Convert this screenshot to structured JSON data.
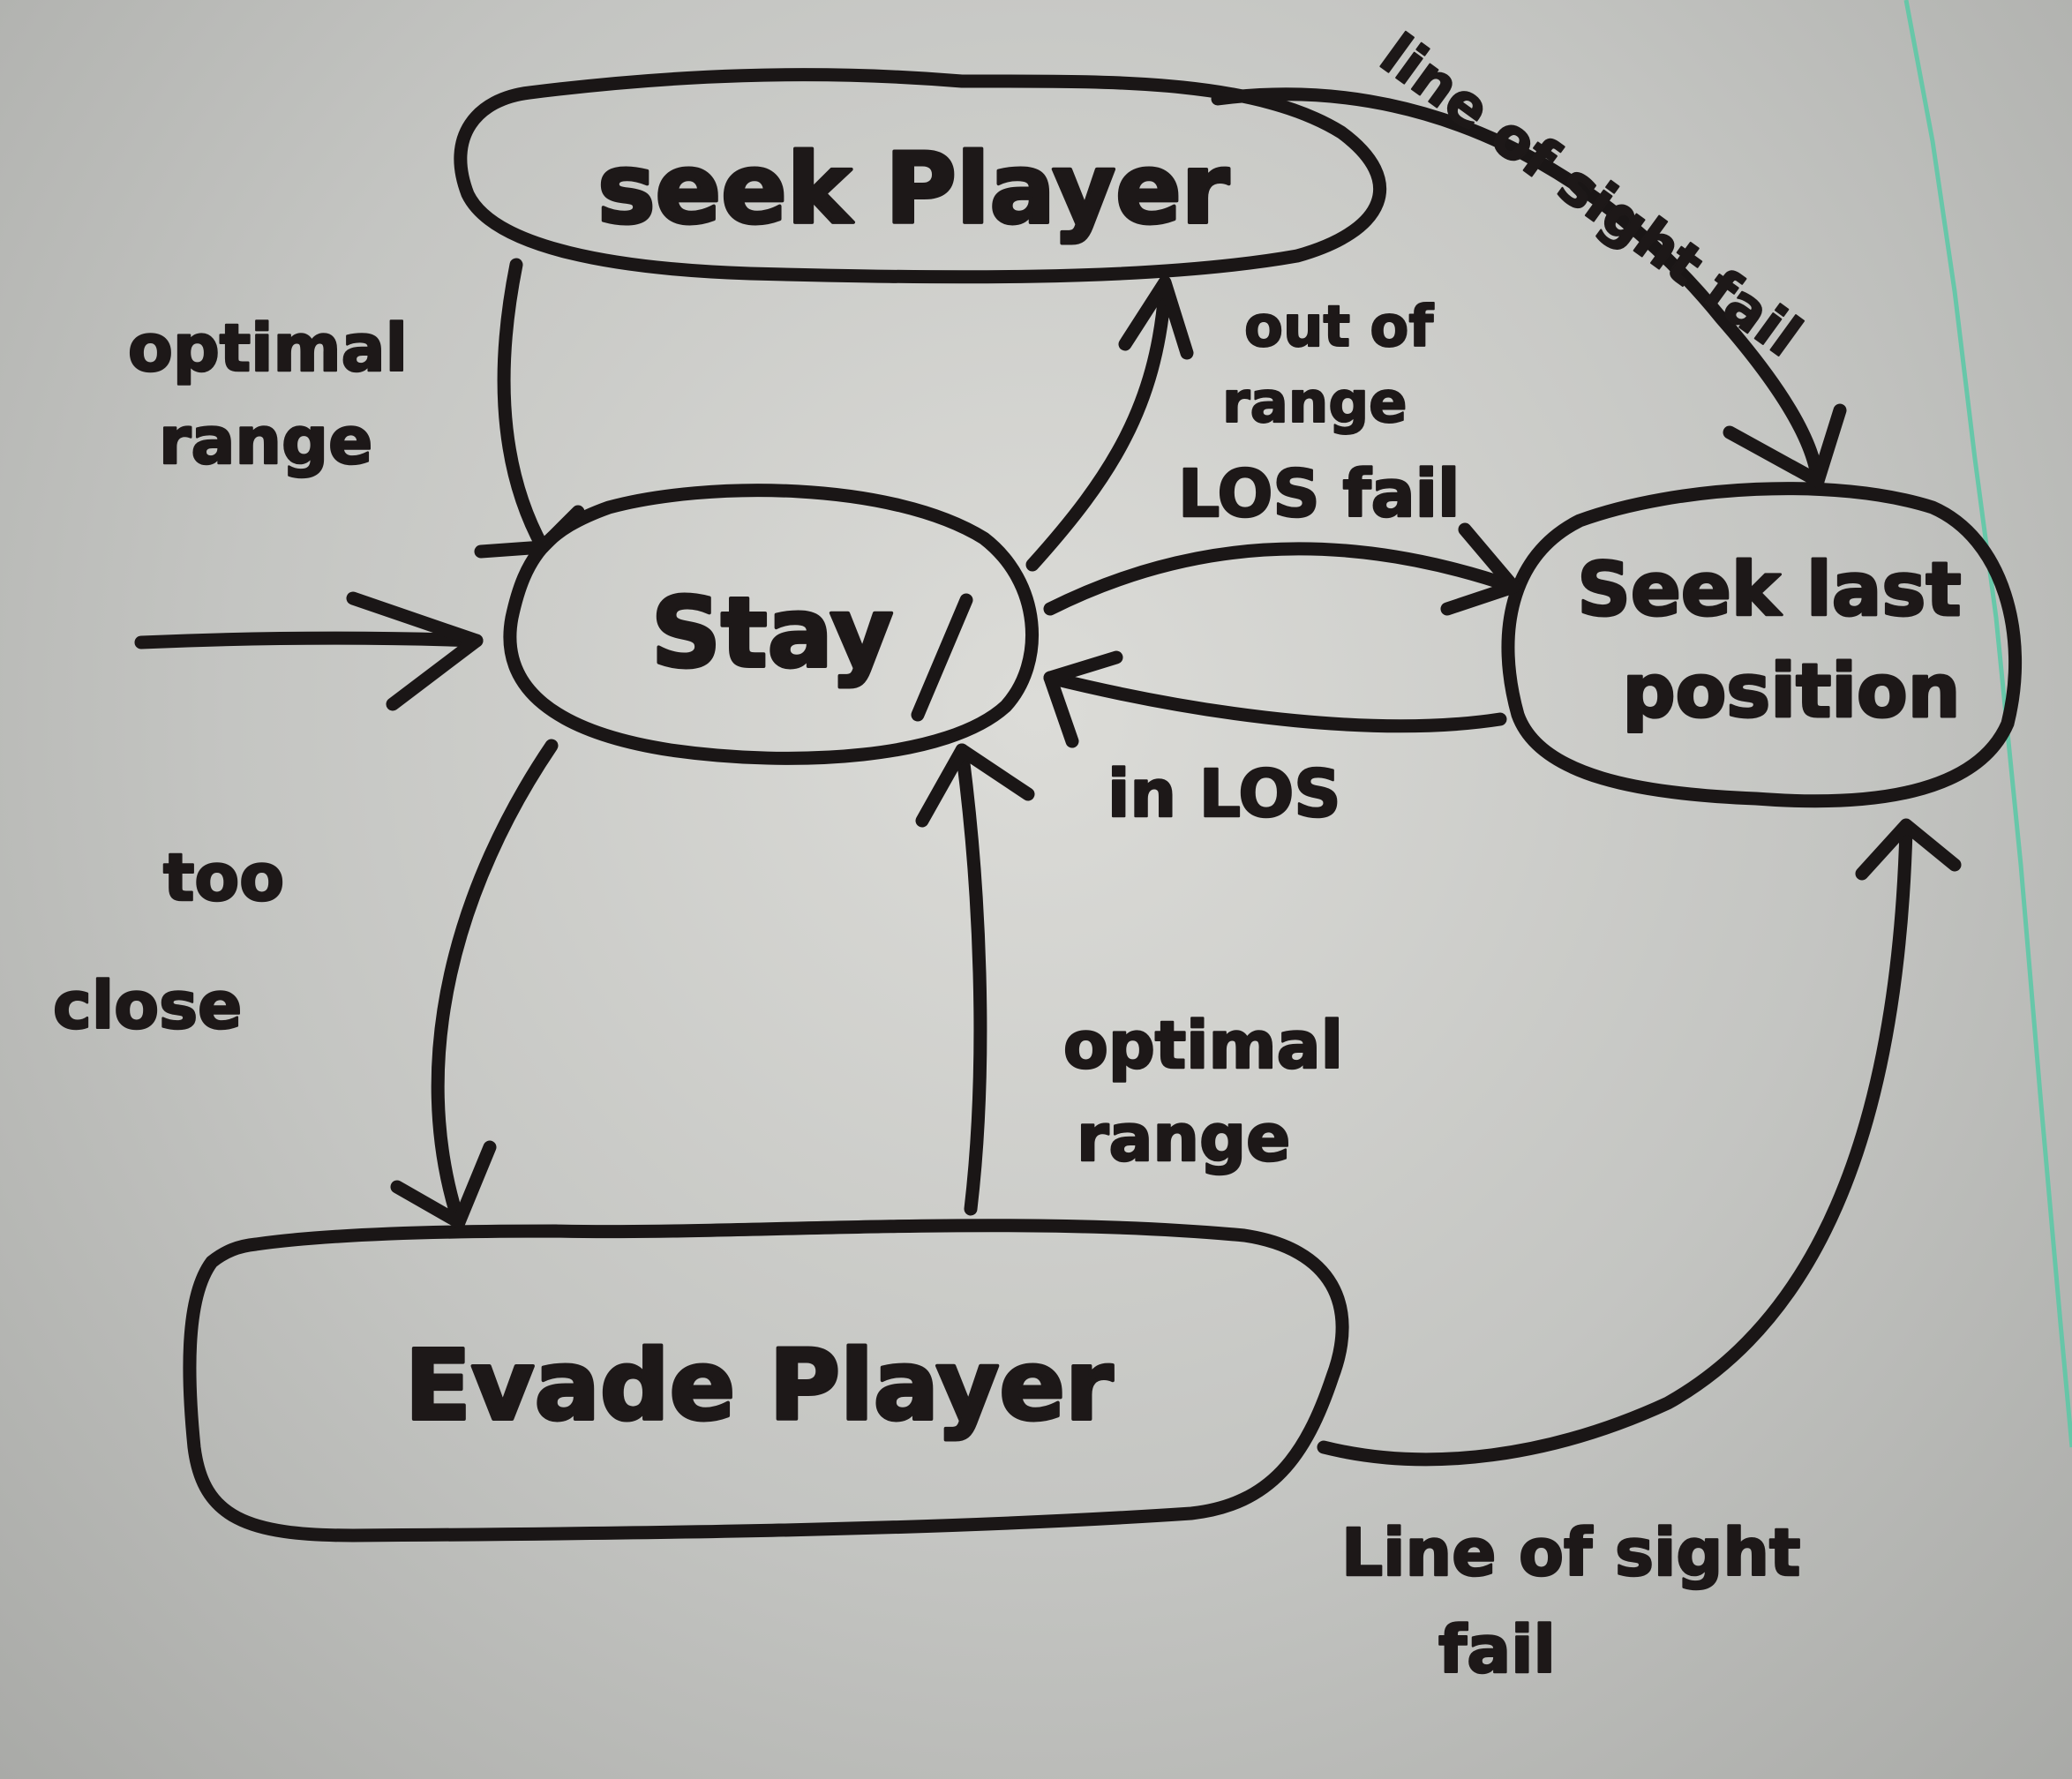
{
  "diagram": {
    "states": {
      "seek_player": "seek Player",
      "stay": "Stay",
      "seek_last_position": {
        "line1": "Seek last",
        "line2": "position"
      },
      "evade_player": "Evade Player"
    },
    "transitions": {
      "seek_to_stay": {
        "line1": "optimal",
        "line2": "range"
      },
      "stay_to_seek": {
        "line1": "out of",
        "line2": "range"
      },
      "stay_to_seek_last": "LOS fail",
      "seek_last_to_stay": "in LOS",
      "stay_to_evade": {
        "line1": "too",
        "line2": "close"
      },
      "evade_to_stay": {
        "line1": "optimal",
        "line2": "range"
      },
      "seek_to_seek_last": "line of sight fail",
      "evade_to_seek_last": {
        "line1": "Line of sight",
        "line2": "fail"
      }
    }
  }
}
